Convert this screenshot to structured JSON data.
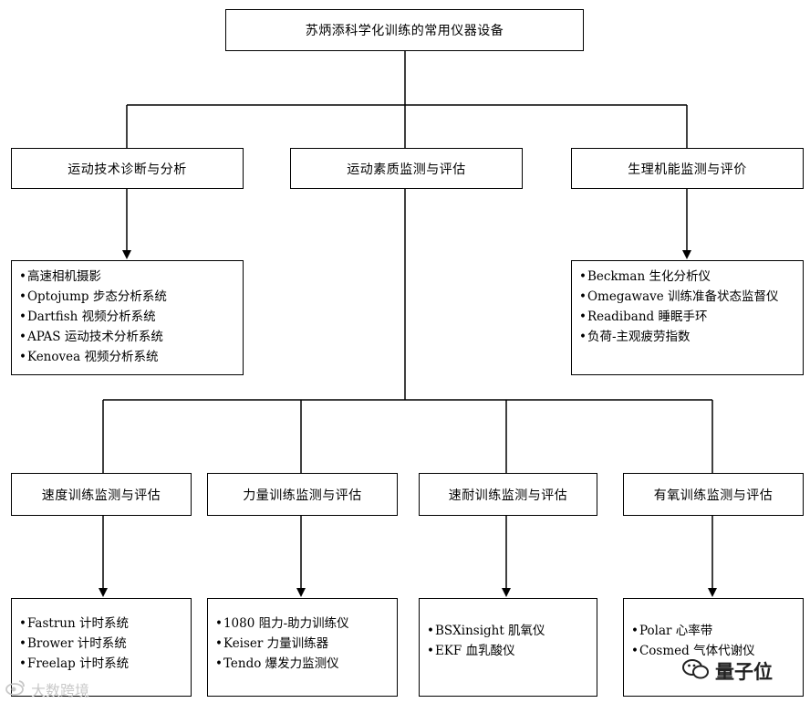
{
  "title": "苏炳添科学化训练的常用仪器设备",
  "categories": [
    {
      "label": "运动技术诊断与分析"
    },
    {
      "label": "运动素质监测与评估"
    },
    {
      "label": "生理机能监测与评价"
    }
  ],
  "tech_devices": [
    "高速相机摄影",
    "Optojump 步态分析系统",
    "Dartfish 视频分析系统",
    "APAS 运动技术分析系统",
    "Kenovea 视频分析系统"
  ],
  "physio_devices": [
    "Beckman 生化分析仪",
    "Omegawave 训练准备状态监督仪",
    "Readiband 睡眠手环",
    "负荷-主观疲劳指数"
  ],
  "sub_categories": [
    {
      "label": "速度训练监测与评估"
    },
    {
      "label": "力量训练监测与评估"
    },
    {
      "label": "速耐训练监测与评估"
    },
    {
      "label": "有氧训练监测与评估"
    }
  ],
  "speed_devices": [
    "Fastrun 计时系统",
    "Brower 计时系统",
    "Freelap 计时系统"
  ],
  "strength_devices": [
    "1080 阻力-助力训练仪",
    "Keiser 力量训练器",
    "Tendo 爆发力监测仪"
  ],
  "speed_endurance_devices": [
    "BSXinsight 肌氧仪",
    "EKF 血乳酸仪"
  ],
  "aerobic_devices": [
    "Polar 心率带",
    "Cosmed 气体代谢仪"
  ],
  "watermark_left": "大数跨境",
  "watermark_right": "量子位",
  "colors": {
    "line": "#000000",
    "watermark_left": "#c9c9c9",
    "watermark_right": "#222222"
  },
  "icons": {
    "watermark_left": "weibo-icon",
    "watermark_right": "wechat-icon"
  }
}
